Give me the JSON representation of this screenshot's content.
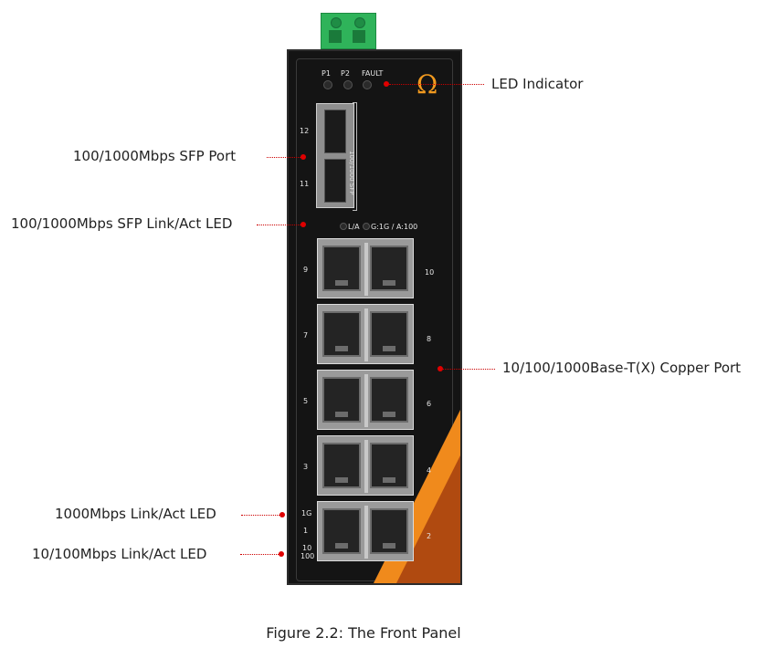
{
  "callouts": {
    "led_indicator": "LED Indicator",
    "sfp_port": "100/1000Mbps SFP Port",
    "sfp_led": "100/1000Mbps SFP Link/Act LED",
    "copper_port": "10/100/1000Base-T(X) Copper Port",
    "gig_led": "1000Mbps Link/Act LED",
    "fast_led": "10/100Mbps Link/Act LED"
  },
  "panel": {
    "led_labels": [
      "P1",
      "P2",
      "FAULT"
    ],
    "sfp_port_numbers": [
      "12",
      "11"
    ],
    "sfp_vertical_label": "100/1000 SFP",
    "sfp_led_labels": {
      "link_act": "L/A",
      "speed": "G:1G / A:100"
    },
    "copper_left_numbers": [
      "9",
      "7",
      "5",
      "3",
      "1"
    ],
    "copper_right_numbers": [
      "10",
      "8",
      "6",
      "4",
      "2"
    ],
    "speed_led_labels": {
      "gig": "1G",
      "fast_top": "10",
      "fast_bottom": "100"
    }
  },
  "caption": "Figure 2.2: The Front Panel",
  "colors": {
    "leader": "#cc0000",
    "accent_orange": "#f08a1c",
    "chassis": "#141414",
    "terminal_green": "#2fb35a"
  }
}
